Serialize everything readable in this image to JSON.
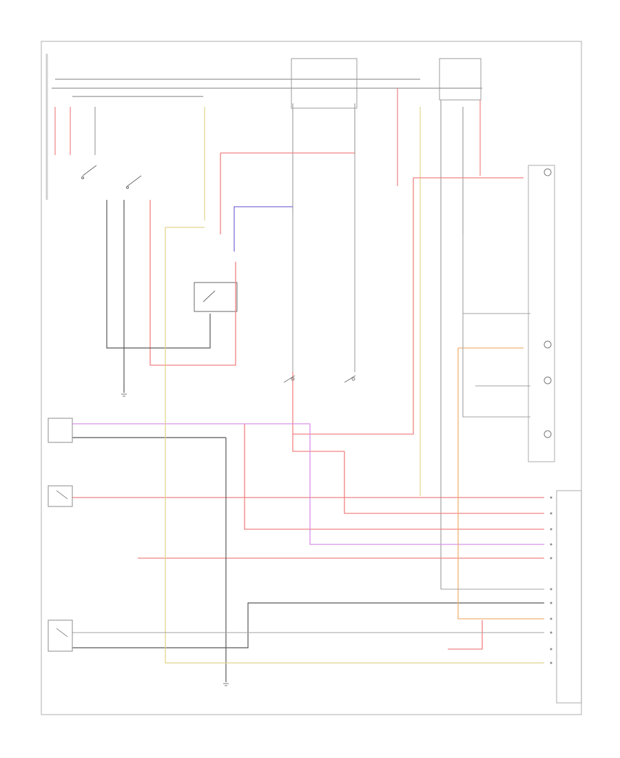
{
  "diagram": {
    "footer_code": "",
    "colors": {
      "black": "#3a3a3a",
      "red": "#f08080",
      "pink": "#f07cc8",
      "yellow": "#e0d48a",
      "blue": "#7b6cd8",
      "orange": "#f0b070",
      "gray": "#a0a0a0",
      "white": "#c8c8c8",
      "purple": "#8a6e8a"
    },
    "components": [
      {
        "id": "ignition-switch",
        "label": ""
      },
      {
        "id": "headlight-relay",
        "label": ""
      },
      {
        "id": "left-headlight",
        "label": ""
      },
      {
        "id": "right-headlight",
        "label": ""
      },
      {
        "id": "ground-point",
        "label": ""
      },
      {
        "id": "high-beam-indicator",
        "label": ""
      },
      {
        "id": "instrument-cluster",
        "label": ""
      },
      {
        "id": "system-control-module",
        "label": ""
      },
      {
        "id": "ground-point-2",
        "label": ""
      },
      {
        "id": "fuse-block",
        "label": ""
      }
    ]
  }
}
